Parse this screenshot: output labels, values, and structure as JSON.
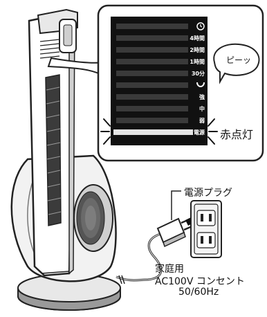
{
  "panel": {
    "indicators": [
      {
        "icon": "clock-icon",
        "label": ""
      },
      {
        "icon": "",
        "label": "4時間"
      },
      {
        "icon": "",
        "label": "2時間"
      },
      {
        "icon": "",
        "label": "1時間"
      },
      {
        "icon": "",
        "label": "30分"
      },
      {
        "icon": "swing-icon",
        "label": ""
      },
      {
        "icon": "",
        "label": "強"
      },
      {
        "icon": "",
        "label": "中"
      },
      {
        "icon": "",
        "label": "弱"
      },
      {
        "icon": "",
        "label": "電源"
      }
    ]
  },
  "callouts": {
    "beep": "ピーッ",
    "red_lamp": "赤点灯",
    "plug": "電源プラグ",
    "outlet_line1": "家庭用",
    "outlet_line2": "AC100V コンセント",
    "outlet_line3": "50/60Hz"
  },
  "colors": {
    "panel_bg": "#111111",
    "indicator_bar": "#3a3a3a",
    "power_bar": "#e6e6e6"
  }
}
